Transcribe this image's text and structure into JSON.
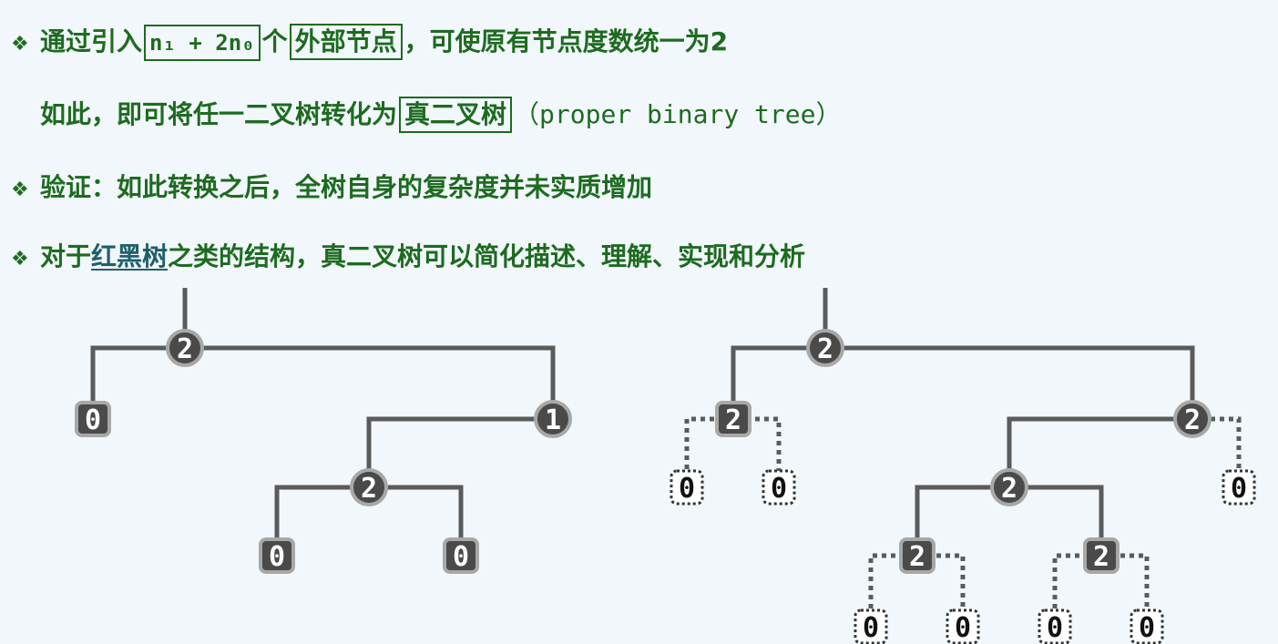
{
  "lines": {
    "l1": {
      "bullet": "❖",
      "pre": "通过引入",
      "formula": "n₁ + 2n₀",
      "mid": "个",
      "boxed": "外部节点",
      "post": "，可使原有节点度数统一为2"
    },
    "l2": {
      "pre": "如此，即可将任一二叉树转化为",
      "boxed": "真二叉树",
      "paren": "（proper binary tree）"
    },
    "l3": {
      "bullet": "❖",
      "text": "验证：如此转换之后，全树自身的复杂度并未实质增加"
    },
    "l4": {
      "bullet": "❖",
      "pre": "对于",
      "link": "红黑树",
      "post": "之类的结构，真二叉树可以简化描述、理解、实现和分析"
    }
  },
  "trees": {
    "left": {
      "n_root": "2",
      "n_l": "0",
      "n_r": "1",
      "n_rl": "2",
      "n_rll": "0",
      "n_rlr": "0"
    },
    "right": {
      "n_root": "2",
      "n_l": "2",
      "n_ll": "0",
      "n_lr": "0",
      "n_r": "2",
      "n_rr": "0",
      "n_rl": "2",
      "n_rll": "2",
      "n_rlr": "2",
      "n_rlll": "0",
      "n_rllr": "0",
      "n_rlrl": "0",
      "n_rlrr": "0"
    }
  },
  "colors": {
    "text": "#1d6b20",
    "node_fill": "#4a4a4a",
    "node_ring": "#a8a8a8",
    "edge": "#5b5b5b",
    "link": "#1f5f6b"
  }
}
